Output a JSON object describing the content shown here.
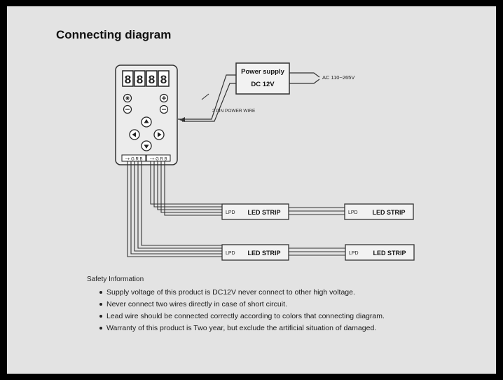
{
  "title": "Connecting diagram",
  "power_supply": {
    "line1": "Power supply",
    "line2": "DC 12V"
  },
  "ac_label": "AC 110~265V",
  "wire_label": "2 PIN POWER WIRE",
  "display_digits": [
    "8",
    "8",
    "8",
    "8"
  ],
  "terminal_label": "−+ G R B",
  "strips": [
    {
      "lpd": "LPD",
      "label": "LED STRIP"
    },
    {
      "lpd": "LPD",
      "label": "LED STRIP"
    },
    {
      "lpd": "LPD",
      "label": "LED STRIP"
    },
    {
      "lpd": "LPD",
      "label": "LED STRIP"
    }
  ],
  "safety": {
    "heading": "Safety Information",
    "items": [
      "Supply voltage of this product is DC12V never connect to other high voltage.",
      "Never connect two wires directly in case of short circuit.",
      "Lead wire should be connected correctly according to colors that connecting diagram.",
      "Warranty of this product is Two year, but exclude the artificial situation of damaged."
    ]
  }
}
